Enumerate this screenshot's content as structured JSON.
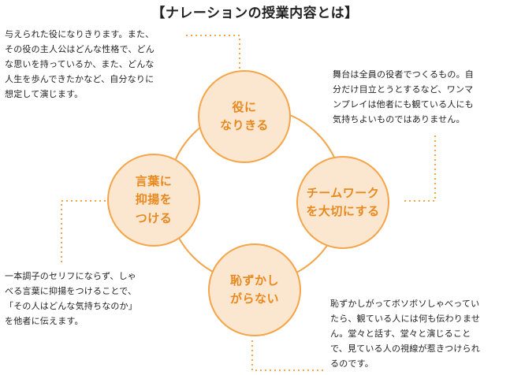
{
  "title": "【ナレーションの授業内容とは】",
  "colors": {
    "circle_fill": "#fbe6cf",
    "circle_border": "#f4a54a",
    "circle_text": "#e8891f",
    "connector": "#f4a54a",
    "dotted_leader": "#f4a54a"
  },
  "diagram": {
    "nodes": [
      {
        "id": "top",
        "label": "役に\nなりきる",
        "description": [
          "与えられた役になりきります。また、",
          "その役の主人公はどんな性格で、どん",
          "な思いを持っているか、また、どんな",
          "人生を歩んできたかなど、自分なりに",
          "想定して演じます。"
        ]
      },
      {
        "id": "right",
        "label": "チームワーク\nを大切にする",
        "description": [
          "舞台は全員の役者でつくるもの。自",
          "分だけ目立とうとするなど、ワンマ",
          "ンプレイは他者にも観ている人にも",
          "気持ちよいものではありません。"
        ]
      },
      {
        "id": "bottom",
        "label": "恥ずかし\nがらない",
        "description": [
          "恥ずかしがってボソボソしゃべってい",
          "たら、観ている人には何も伝わりませ",
          "ん。堂々と話す、堂々と演じること",
          "で、見ている人の視線が惹きつけられ",
          "るのです。"
        ]
      },
      {
        "id": "left",
        "label": "言葉に\n抑揚を\nつける",
        "description": [
          "一本調子のセリフにならず、しゃ",
          "べる言葉に抑揚をつけることで、",
          "「その人はどんな気持ちなのか」",
          "を他者に伝えます。"
        ]
      }
    ]
  }
}
